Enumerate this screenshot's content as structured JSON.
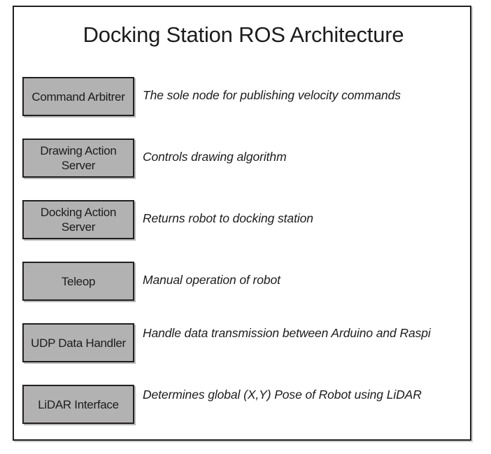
{
  "figure": {
    "title": "Docking Station ROS Architecture",
    "frame_border_color": "#231f20",
    "node_fill_color": "#b2b2b2",
    "background_color": "#ffffff",
    "text_color": "#1c1c1c"
  },
  "rows": [
    {
      "node": "Command Arbitrer",
      "description": "The sole node for publishing velocity commands",
      "lines": 1
    },
    {
      "node": "Drawing Action Server",
      "description": "Controls drawing algorithm",
      "lines": 1
    },
    {
      "node": "Docking Action Server",
      "description": "Returns robot to docking station",
      "lines": 1
    },
    {
      "node": "Teleop",
      "description": "Manual operation of robot",
      "lines": 1
    },
    {
      "node": "UDP Data Handler",
      "description": "Handle data transmission between Arduino and Raspi",
      "lines": 2
    },
    {
      "node": "LiDAR Interface",
      "description": "Determines global (X,Y) Pose of Robot using LiDAR",
      "lines": 2
    }
  ]
}
